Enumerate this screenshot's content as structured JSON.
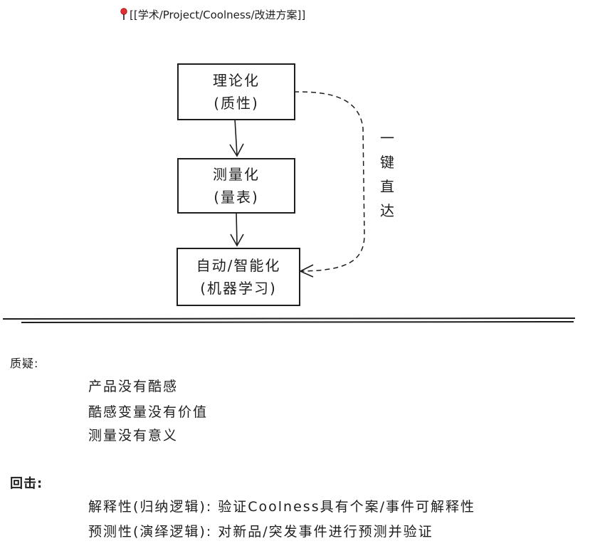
{
  "header": {
    "link_text": "[[学术/Project/Coolness/改进方案]]",
    "pin_icon": "map-pin-icon"
  },
  "flow": {
    "boxes": [
      {
        "line1": "理论化",
        "line2": "(质性)"
      },
      {
        "line1": "测量化",
        "line2": "(量表)"
      },
      {
        "line1": "自动/智能化",
        "line2": "(机器学习)"
      }
    ],
    "shortcut_label": [
      "一",
      "键",
      "直",
      "达"
    ]
  },
  "doubts": {
    "label": "质疑:",
    "items": [
      "产品没有酷感",
      "酷感变量没有价值",
      "测量没有意义"
    ]
  },
  "rebuttal": {
    "label": "回击:",
    "items": [
      "解释性(归纳逻辑): 验证Coolness具有个案/事件可解释性",
      "预测性(演绎逻辑): 对新品/突发事件进行预测并验证"
    ]
  },
  "colors": {
    "stroke": "#1e1e1e",
    "pin": "#e03131",
    "background": "#ffffff"
  }
}
